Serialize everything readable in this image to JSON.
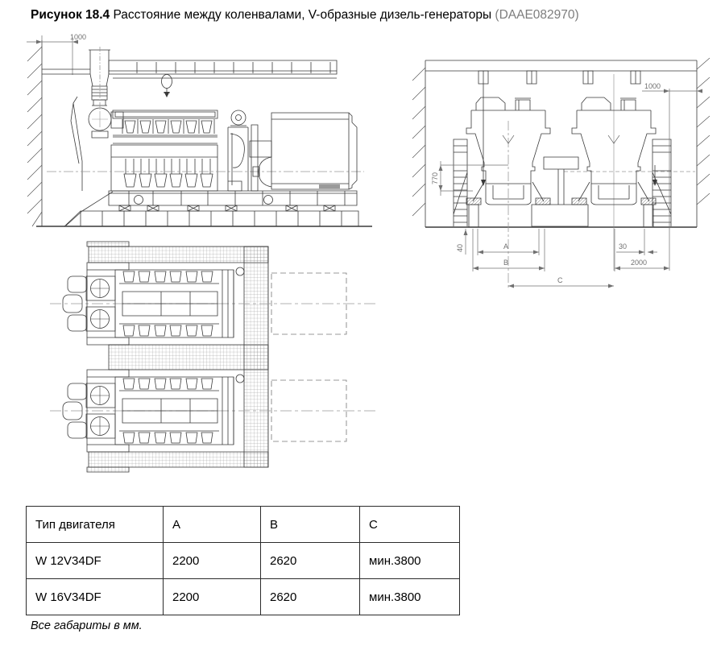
{
  "document": {
    "figure_label": "Рисунок 18.4",
    "figure_caption": " Расстояние между коленвалами, V-образные дизель-генераторы ",
    "figure_code": "(DAAE082970)",
    "note": "Все габариты в мм."
  },
  "drawings": {
    "side_view": {
      "wall_distance": "1000"
    },
    "end_view": {
      "wall_clearance": "1000",
      "crank_height": "770",
      "mount_height": "40",
      "dim_a": "A",
      "dim_b": "B",
      "dim_c": "C",
      "gap": "30",
      "lane_width": "2000"
    }
  },
  "table": {
    "headers": [
      "Тип двигателя",
      "A",
      "B",
      "C"
    ],
    "rows": [
      [
        "W 12V34DF",
        "2200",
        "2620",
        "мин.3800"
      ],
      [
        "W 16V34DF",
        "2200",
        "2620",
        "мин.3800"
      ]
    ]
  }
}
